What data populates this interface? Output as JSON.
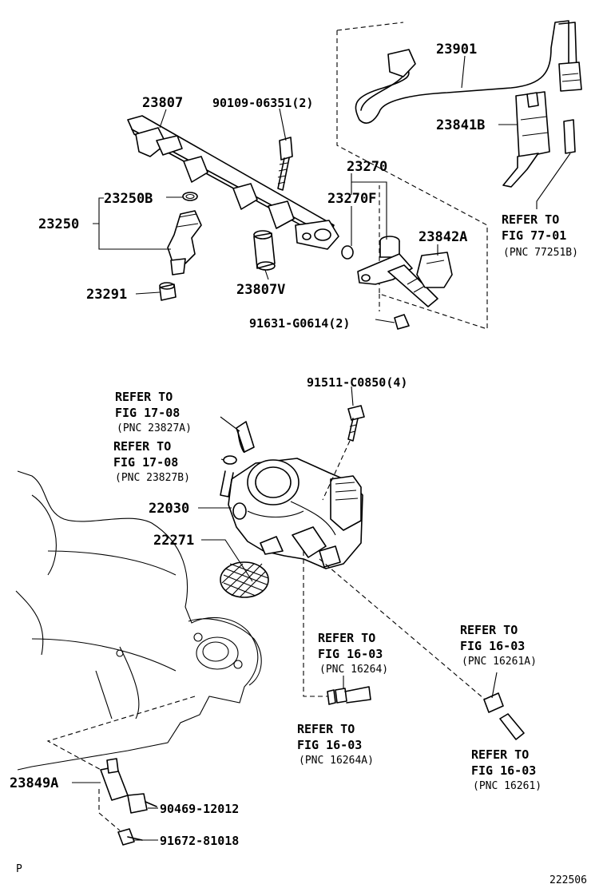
{
  "parts": {
    "p23901": "23901",
    "p23807": "23807",
    "p90109": "90109-06351(2)",
    "p23841B": "23841B",
    "p23270": "23270",
    "p23270F": "23270F",
    "p23250B": "23250B",
    "p23250": "23250",
    "p23842A": "23842A",
    "p23291": "23291",
    "p23807V": "23807V",
    "p91631": "91631-G0614(2)",
    "p91511": "91511-C0850(4)",
    "p22030": "22030",
    "p22271": "22271",
    "p23849A": "23849A",
    "p90469": "90469-12012",
    "p91672": "91672-81018"
  },
  "refs": {
    "r77": {
      "l1": "REFER TO",
      "l2": "FIG 77-01",
      "l3": "(PNC 77251B)"
    },
    "r17a": {
      "l1": "REFER TO",
      "l2": "FIG 17-08",
      "l3": "(PNC 23827A)"
    },
    "r17b": {
      "l1": "REFER TO",
      "l2": "FIG 17-08",
      "l3": "(PNC 23827B)"
    },
    "r16264": {
      "l1": "REFER TO",
      "l2": "FIG 16-03",
      "l3": "(PNC 16264)"
    },
    "r16261A": {
      "l1": "REFER TO",
      "l2": "FIG 16-03",
      "l3": "(PNC 16261A)"
    },
    "r16264A": {
      "l1": "REFER TO",
      "l2": "FIG 16-03",
      "l3": "(PNC 16264A)"
    },
    "r16261": {
      "l1": "REFER TO",
      "l2": "FIG 16-03",
      "l3": "(PNC 16261)"
    }
  },
  "footer": {
    "corner_mark": "P",
    "figure_code": "222506"
  }
}
